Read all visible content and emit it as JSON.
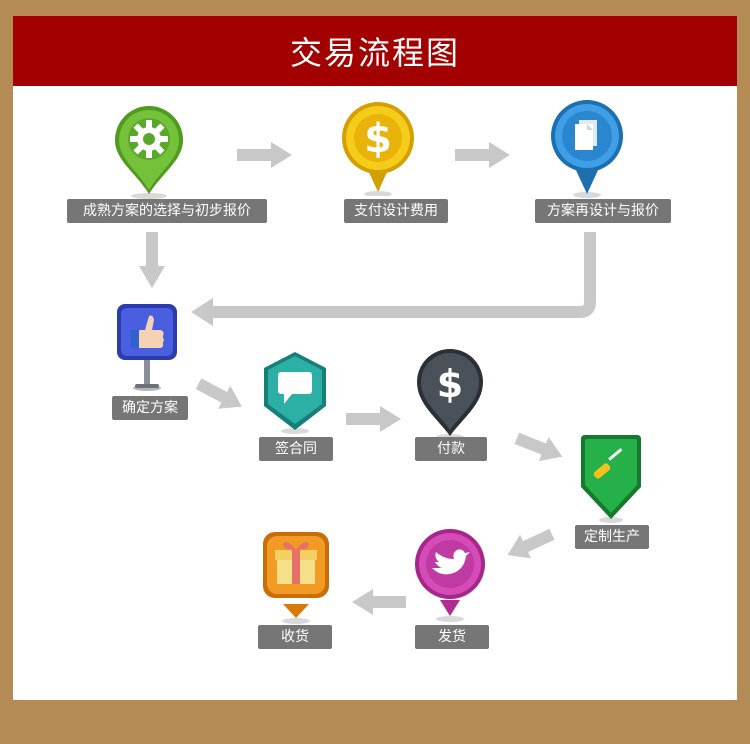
{
  "title": "交易流程图",
  "colors": {
    "background": "#b48a55",
    "banner": "#a30000",
    "label_bg": "#767676",
    "arrow": "#c8c8c8"
  },
  "steps": [
    {
      "label": "成熟方案的选择与初步报价",
      "icon": "gear-pin-icon",
      "color": "#5fae2b"
    },
    {
      "label": "支付设计费用",
      "icon": "dollar-pin-icon",
      "color": "#e8b70e"
    },
    {
      "label": "方案再设计与报价",
      "icon": "document-pin-icon",
      "color": "#2f8fd8"
    },
    {
      "label": "确定方案",
      "icon": "thumbs-up-sign-icon",
      "color": "#3b4fd0"
    },
    {
      "label": "签合同",
      "icon": "speech-bubble-hexagon-icon",
      "color": "#2aa39b"
    },
    {
      "label": "付款",
      "icon": "dollar-dark-pin-icon",
      "color": "#3c4248"
    },
    {
      "label": "定制生产",
      "icon": "screwdriver-shield-icon",
      "color": "#1e9a3c"
    },
    {
      "label": "发货",
      "icon": "bird-pin-icon",
      "color": "#c43aa6"
    },
    {
      "label": "收货",
      "icon": "gift-box-icon",
      "color": "#ee8a14"
    }
  ]
}
